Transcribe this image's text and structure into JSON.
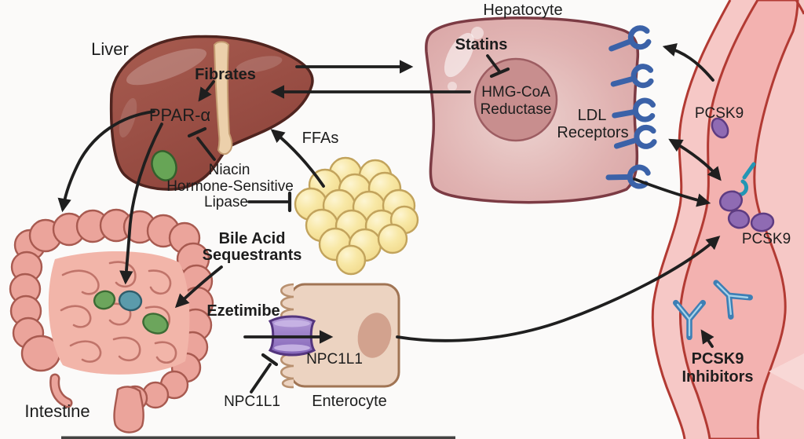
{
  "labels": {
    "liver": "Liver",
    "fibrates": "Fibrates",
    "ppar": "PPAR-α",
    "niacin": "Niacin",
    "hsl_line1": "Hormone-Sensitive",
    "hsl_line2": "Lipase",
    "ffas": "FFAs",
    "bile_line1": "Bile Acid",
    "bile_line2": "Sequestrants",
    "intestine": "Intestine",
    "ezetimibe": "Ezetimibe",
    "npc1l1_membrane": "NPC1L1",
    "npc1l1_drug_target": "NPC1L1",
    "enterocyte": "Enterocyte",
    "hepatocyte": "Hepatocyte",
    "statins": "Statins",
    "hmg_line1": "HMG-CoA",
    "hmg_line2": "Reductase",
    "ldl_line1": "LDL",
    "ldl_line2": "Receptors",
    "pcsk9_free": "PCSK9",
    "pcsk9_complex": "PCSK9",
    "pcsk9_inhibitors_line1": "PCSK9",
    "pcsk9_inhibitors_line2": "Inhibitors"
  },
  "icons": {
    "ldl_receptor": "ldl-receptor-icon",
    "antibody": "antibody-icon",
    "pcsk9_protein": "pcsk9-protein-icon",
    "npc1l1_transporter": "npc1l1-transporter-icon"
  },
  "colors": {
    "background": "#fbfaf9",
    "text": "#1d1d1d",
    "arrow": "#1f1f1f",
    "liver": "#9a4f45",
    "liver_stroke": "#4f241f",
    "ligament": "#ecd0ab",
    "gallbladder": "#67a556",
    "intestine": "#eba49b",
    "intestine_stroke": "#a85a50",
    "small_intestine": "#f2b5a9",
    "green_blob": "#6ca55c",
    "teal_blob": "#5b9bab",
    "fat_cell": "#f8e8a6",
    "fat_stroke": "#c2a35c",
    "hepatocyte": "#e0b2b1",
    "hepatocyte_stroke": "#7c3b44",
    "hmg_circle": "#c88e8e",
    "receptor_blue": "#3b62a8",
    "vessel_wall": "#f6c8c6",
    "vessel_line": "#b23a33",
    "vessel_lumen": "#f3b2b0",
    "pcsk9_purple": "#8f6bb3",
    "teal": "#2496b4",
    "antibody_blue": "#3d7fb5",
    "enterocyte": "#ecd3c1",
    "enterocyte_stroke": "#a07454",
    "npc1l1_purple": "#8d6cc0"
  }
}
